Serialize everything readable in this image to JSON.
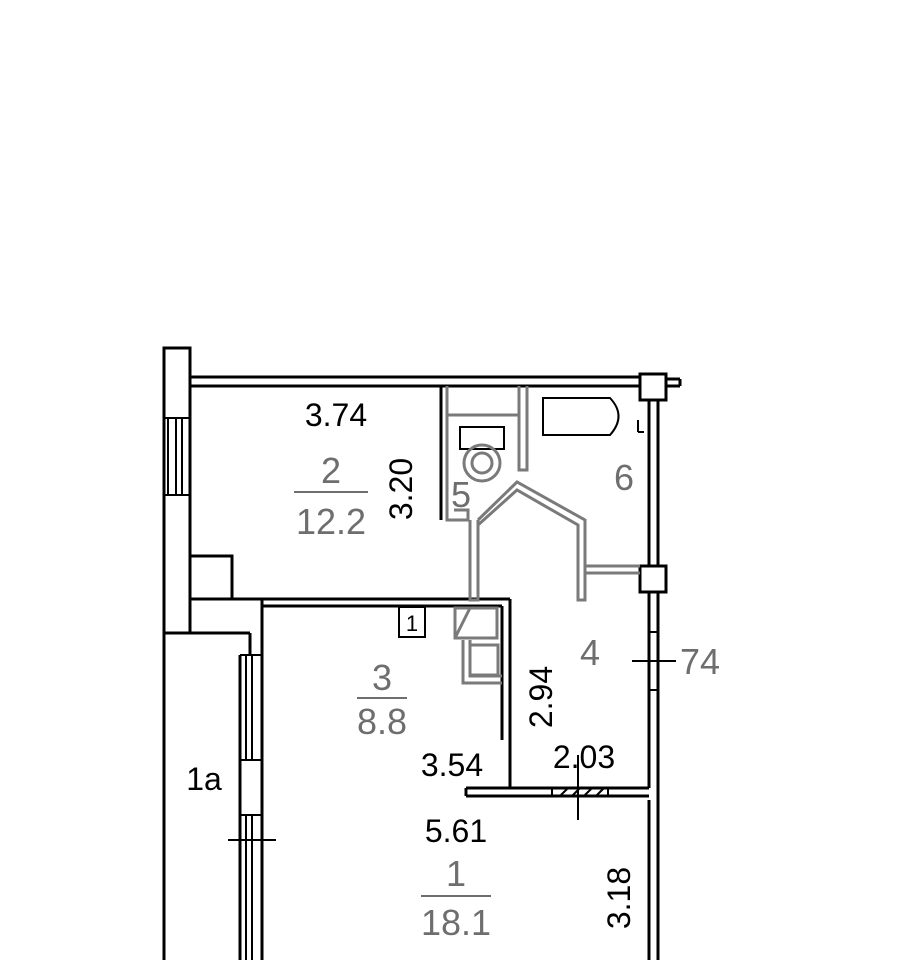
{
  "rooms": [
    {
      "id": "1",
      "number": "1",
      "area": "18.1"
    },
    {
      "id": "1a",
      "number": "1а"
    },
    {
      "id": "2",
      "number": "2",
      "area": "12.2"
    },
    {
      "id": "3",
      "number": "3",
      "area": "8.8"
    },
    {
      "id": "4",
      "number": "4"
    },
    {
      "id": "5",
      "number": "5"
    },
    {
      "id": "6",
      "number": "6"
    }
  ],
  "dimensions": {
    "room2_width": "3.74",
    "room2_depth": "3.20",
    "room3_width": "3.54",
    "room4_depth": "2.94",
    "room4_width": "2.03",
    "room1_width": "5.61",
    "room1_depth": "3.18",
    "side_mark": "74"
  },
  "symbols": {
    "small_box_label": "1"
  },
  "colors": {
    "wall": "#000000",
    "partition": "#7a7a7a",
    "gray_text": "#6e6e6e"
  }
}
